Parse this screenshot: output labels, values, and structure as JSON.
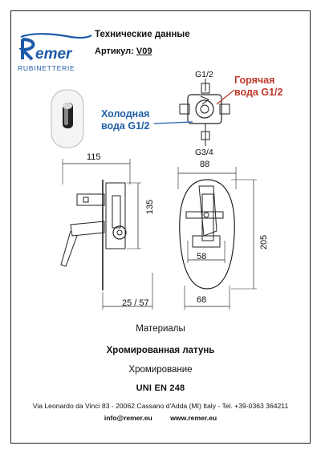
{
  "brand": {
    "logo_text": "Remer",
    "logo_subtitle": "RUBINETTERIE",
    "logo_color": "#1d5aa8"
  },
  "header": {
    "title": "Технические данные",
    "article_label": "Артикул:",
    "article_code": "V09"
  },
  "connections": {
    "top_label": "G1/2",
    "bottom_label": "G3/4",
    "hot_water": "Горячая вода G1/2",
    "cold_water": "Холодная вода G1/2",
    "hot_color": "#c0392b",
    "cold_color": "#1f5fa8"
  },
  "dimensions": {
    "side_depth": "115",
    "side_height": "135",
    "side_wall": "25 / 57",
    "front_width": "88",
    "front_height": "205",
    "front_inner": "58",
    "front_bottom": "68"
  },
  "materials": {
    "title": "Материалы",
    "body": "Хромированная латунь",
    "finish": "Хромирование",
    "standard": "UNI EN 248"
  },
  "footer": {
    "address": "Via Leonardo da Vinci 83 - 20062 Cassano d'Adda (MI) Italy - Tel. +39-0363 364211",
    "email": "info@remer.eu",
    "website": "www.remer.eu"
  }
}
